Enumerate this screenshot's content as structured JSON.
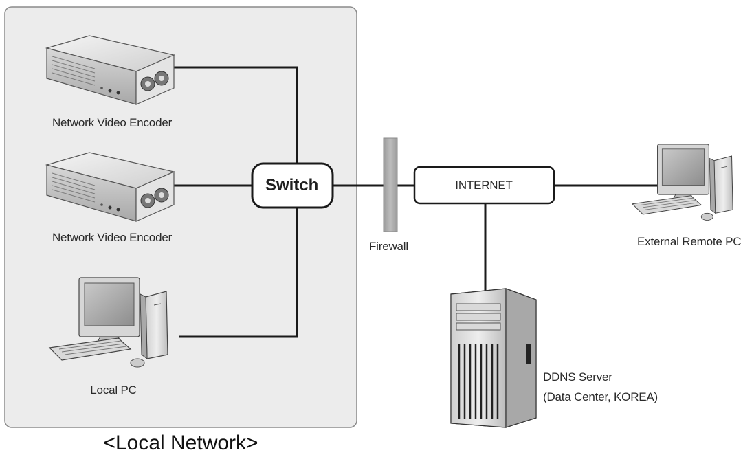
{
  "local_network": {
    "caption": "<Local Network>",
    "devices": [
      {
        "label": "Network Video Encoder",
        "icon": "video-encoder-icon"
      },
      {
        "label": "Network Video Encoder",
        "icon": "video-encoder-icon"
      },
      {
        "label": "Local PC",
        "icon": "desktop-pc-icon"
      }
    ],
    "switch_label": "Switch"
  },
  "firewall": {
    "label": "Firewall"
  },
  "internet": {
    "label": "INTERNET"
  },
  "remote_pc": {
    "label": "External Remote PC",
    "icon": "desktop-pc-icon"
  },
  "ddns_server": {
    "label_line1": "DDNS Server",
    "label_line2": "(Data Center, KOREA)",
    "icon": "tower-server-icon"
  },
  "colors": {
    "panel_fill": "#ececec",
    "panel_border": "#8a8a8a",
    "line": "#1a1a1a",
    "firewall": "#a9a9a9"
  }
}
